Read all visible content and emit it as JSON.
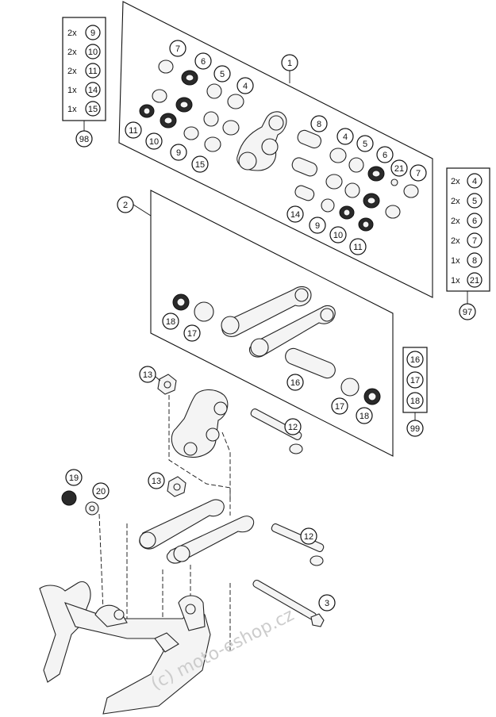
{
  "kits": {
    "kit_98": {
      "label": "98",
      "items": [
        {
          "qty": "2x",
          "ref": "9"
        },
        {
          "qty": "2x",
          "ref": "10"
        },
        {
          "qty": "2x",
          "ref": "11"
        },
        {
          "qty": "1x",
          "ref": "14"
        },
        {
          "qty": "1x",
          "ref": "15"
        }
      ]
    },
    "kit_97": {
      "label": "97",
      "items": [
        {
          "qty": "2x",
          "ref": "4"
        },
        {
          "qty": "2x",
          "ref": "5"
        },
        {
          "qty": "2x",
          "ref": "6"
        },
        {
          "qty": "2x",
          "ref": "7"
        },
        {
          "qty": "1x",
          "ref": "8"
        },
        {
          "qty": "1x",
          "ref": "21"
        }
      ]
    },
    "kit_99": {
      "label": "99",
      "items": [
        {
          "ref": "16"
        },
        {
          "ref": "17"
        },
        {
          "ref": "18"
        }
      ]
    }
  },
  "callouts": {
    "c1": "1",
    "c2": "2",
    "c3": "3",
    "c4a": "4",
    "c5a": "5",
    "c6a": "6",
    "c7a": "7",
    "c4b": "4",
    "c5b": "5",
    "c6b": "6",
    "c7b": "7",
    "c8": "8",
    "c21": "21",
    "c9a": "9",
    "c10a": "10",
    "c11a": "11",
    "c15": "15",
    "c14": "14",
    "c9b": "9",
    "c10b": "10",
    "c11b": "11",
    "c18a": "18",
    "c17a": "17",
    "c16": "16",
    "c17b": "17",
    "c18b": "18",
    "c13a": "13",
    "c12a": "12",
    "c13b": "13",
    "c19": "19",
    "c20": "20",
    "c12b": "12"
  },
  "watermark": "(c) moto-eshop.cz"
}
